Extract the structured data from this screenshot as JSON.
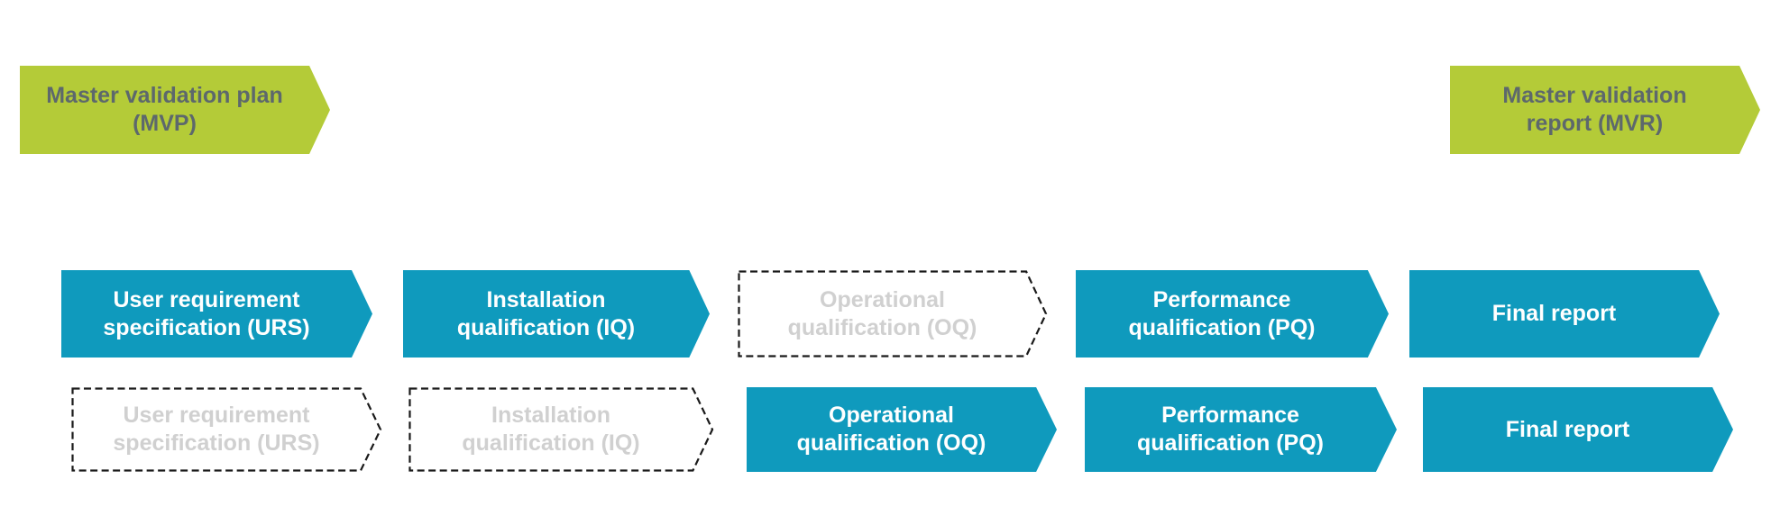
{
  "background": "#ffffff",
  "colors": {
    "background": "#ffffff",
    "green": "#b4cb38",
    "green_text": "#5d686c",
    "teal": "#0f9abd",
    "solid_text": "#ffffff",
    "dashed_text": "#d0d0d0",
    "dash_stroke": "#1a1a1a"
  },
  "diagram": {
    "name": "validation-process-flow",
    "rows": [
      {
        "name": "master-row",
        "items": [
          {
            "label": "Master validation plan (MVP)",
            "variant": "green"
          },
          {
            "label": "Master validation report (MVR)",
            "variant": "green"
          }
        ]
      },
      {
        "name": "path-1",
        "items": [
          {
            "label": "User requirement specification (URS)",
            "variant": "solid"
          },
          {
            "label": "Installation qualification (IQ)",
            "variant": "solid"
          },
          {
            "label": "Operational qualification (OQ)",
            "variant": "dashed"
          },
          {
            "label": "Performance qualification (PQ)",
            "variant": "solid"
          },
          {
            "label": "Final report",
            "variant": "solid"
          }
        ]
      },
      {
        "name": "path-2",
        "items": [
          {
            "label": "User requirement specification (URS)",
            "variant": "dashed"
          },
          {
            "label": "Installation qualification (IQ)",
            "variant": "dashed"
          },
          {
            "label": "Operational qualification (OQ)",
            "variant": "solid"
          },
          {
            "label": "Performance qualification (PQ)",
            "variant": "solid"
          },
          {
            "label": "Final report",
            "variant": "solid"
          }
        ]
      }
    ]
  }
}
